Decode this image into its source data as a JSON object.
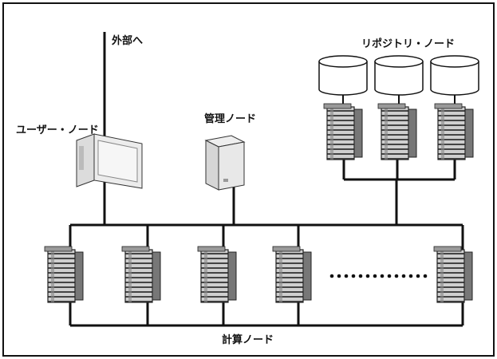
{
  "labels": {
    "external": "外部へ",
    "user_node": "ユーザー・ノード",
    "management_node": "管理ノード",
    "repository_node": "リポジトリ・ノード",
    "compute_node": "計算ノード"
  },
  "nodes": {
    "repositories": [
      {
        "id": "repository-node-1"
      },
      {
        "id": "repository-node-2"
      },
      {
        "id": "repository-node-3"
      }
    ],
    "compute": [
      {
        "id": "compute-node-1"
      },
      {
        "id": "compute-node-2"
      },
      {
        "id": "compute-node-3"
      },
      {
        "id": "compute-node-4"
      },
      {
        "id": "compute-node-5"
      }
    ]
  },
  "colors": {
    "line": "#111111",
    "server_dark": "#555555",
    "server_light": "#cfcfcf",
    "workstation": "#e6e6e6"
  }
}
